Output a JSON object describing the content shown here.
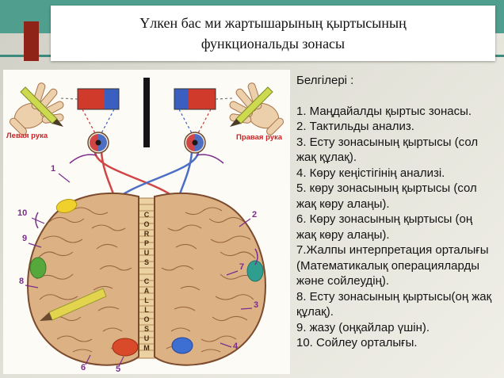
{
  "slide": {
    "title_line1": "Үлкен бас ми жартышарының қыртысының",
    "title_line2": "функциональды зонасы"
  },
  "legend": {
    "heading": "Белгілері :",
    "items": [
      "1. Маңдайалды қыртыс зонасы.",
      "2. Тактильды анализ.",
      "3. Есту зонасының қыртысы (сол жақ құлақ).",
      "4. Көру кеңістігінің анализі.",
      "5. көру зонасының қыртысы (сол жақ көру алаңы).",
      "6. Көру зонасының қыртысы (оң жақ көру алаңы).",
      "7.Жалпы интерпретация орталығы (Математикалық операцияларды және сойлеудің).",
      "8. Есту зонасының қыртысы(оң жақ құлақ).",
      "9. жазу (оңқайлар үшін).",
      "10. Сойлеу орталығы."
    ]
  },
  "diagram": {
    "left_hand_label": "Левая рука",
    "right_hand_label": "Правая рука",
    "corpus_callosum_label": "CORPUS CALLOSUM",
    "numbers": [
      "1",
      "2",
      "3",
      "4",
      "5",
      "6",
      "7",
      "8",
      "9",
      "10"
    ]
  },
  "colors": {
    "top_band": "#4f9e8e",
    "accent_block": "#8f2318",
    "title_bg": "#ffffff",
    "slide_bg": "#e2e1d8",
    "brain": "#dcb285",
    "patch_yellow": "#f0d02c",
    "patch_green": "#57a83c",
    "patch_teal": "#2f9e8f",
    "patch_red": "#d94a2a",
    "patch_blue": "#3c6fd1",
    "zone_numbers": "#7b2d8b",
    "hand_labels": "#cc2222",
    "pattern_red": "#d03a2a",
    "pattern_blue": "#3b5fc0"
  }
}
